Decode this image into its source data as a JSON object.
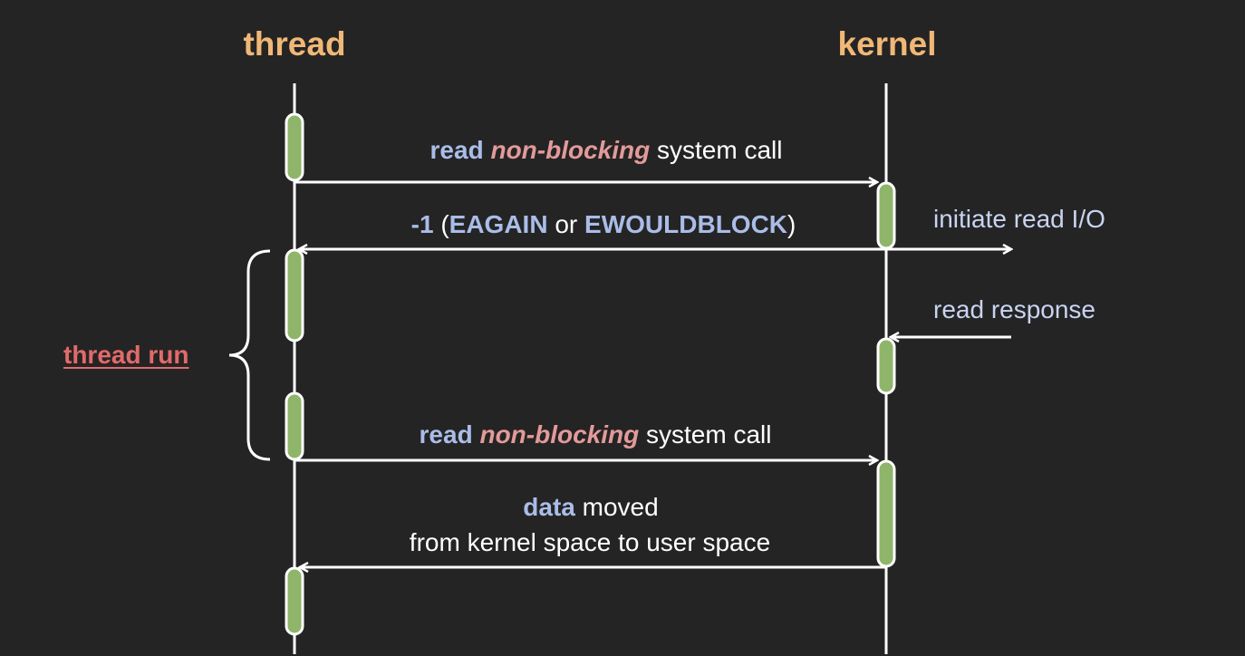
{
  "headers": {
    "thread": "thread",
    "kernel": "kernel"
  },
  "messages": {
    "call1": {
      "word": "read",
      "mode": "non-blocking",
      "rest": "system call"
    },
    "reply1": {
      "code": "-1",
      "open": "(",
      "err1": "EAGAIN",
      "or": "or",
      "err2": "EWOULDBLOCK",
      "close": ")"
    },
    "call2": {
      "word": "read",
      "mode": "non-blocking",
      "rest": "system call"
    },
    "data": {
      "word": "data",
      "rest": "moved",
      "line2": "from kernel space to user space"
    }
  },
  "side": {
    "initiate": "initiate read I/O",
    "response": "read response"
  },
  "thread_run": "thread run",
  "colors": {
    "background": "#252424",
    "header": "#f0b877",
    "keyword": "#a9bde8",
    "emphasis": "#e39a9a",
    "thread_run": "#e26a6a",
    "activation": "#8fb56a",
    "side_text": "#c8d4f2"
  }
}
